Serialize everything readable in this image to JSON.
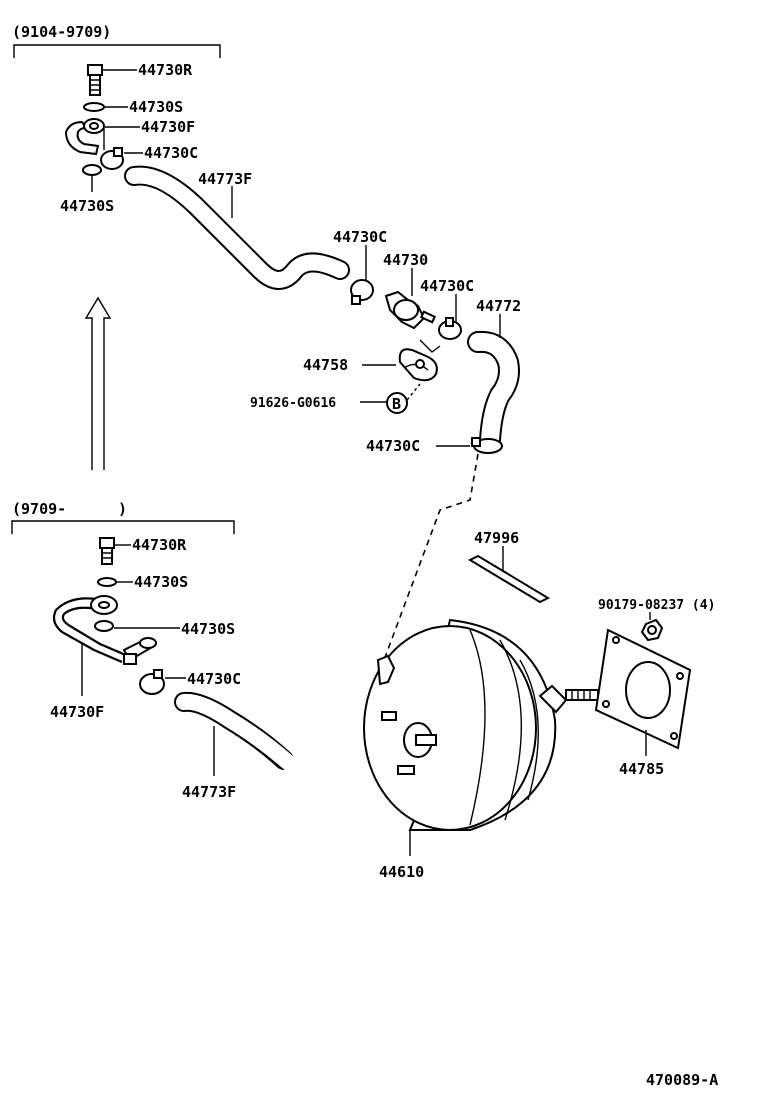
{
  "groups": {
    "top_range": "(9104-9709)",
    "bottom_range": "(9709-",
    "bottom_range_close": ")"
  },
  "labels": {
    "t_44730R": "44730R",
    "t_44730S_a": "44730S",
    "t_44730F": "44730F",
    "t_44730C_a": "44730C",
    "t_44730S_b": "44730S",
    "t_44773F": "44773F",
    "c_44730C_a": "44730C",
    "c_44730": "44730",
    "c_44730C_b": "44730C",
    "c_44772": "44772",
    "c_44758": "44758",
    "c_91626": "91626-G0616",
    "c_B": "B",
    "c_44730C_c": "44730C",
    "b_44730R": "44730R",
    "b_44730S_a": "44730S",
    "b_44730S_b": "44730S",
    "b_44730F": "44730F",
    "b_44730C": "44730C",
    "b_44773F": "44773F",
    "r_47996": "47996",
    "r_90179": "90179-08237 (4)",
    "r_44785": "44785",
    "r_44610": "44610"
  },
  "footer": {
    "code": "470089-A"
  }
}
